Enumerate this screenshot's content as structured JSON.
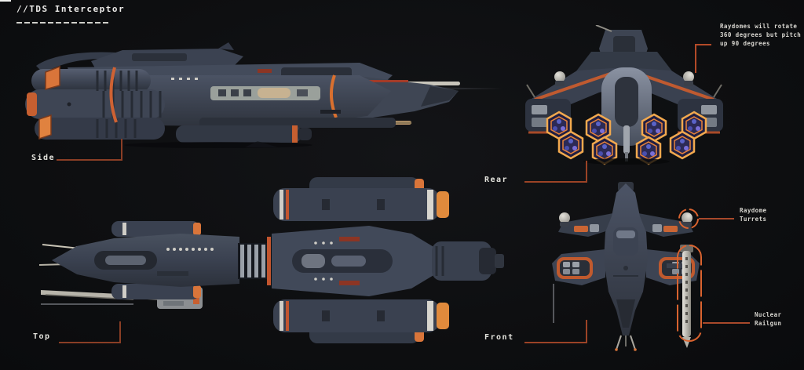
{
  "title": "//TDS Interceptor",
  "views": {
    "side": "Side",
    "top": "Top",
    "rear": "Rear",
    "front": "Front"
  },
  "annotations": {
    "raydome_rotation": [
      "Raydomes will rotate",
      "360 degrees but pitch",
      "up 90 degrees"
    ],
    "raydome_turrets": [
      "Raydome",
      "Turrets"
    ],
    "nuclear_railgun": [
      "Nuclear",
      "Railgun"
    ]
  },
  "colors": {
    "background": "#0e0f11",
    "text": "#dcdbd5",
    "callout_line": "#8a3e25",
    "callout_line_bright": "#a8492b",
    "highlight_ring": "#d9632f",
    "hull_mid": "#3e4553",
    "hull_dark": "#23272e",
    "hull_light": "#7d8595",
    "accent_orange": "#d9753a",
    "accent_orange_deep": "#c75f30",
    "engine_core_blue": "#5a63c8",
    "antenna_pale": "#c8c5bb"
  }
}
